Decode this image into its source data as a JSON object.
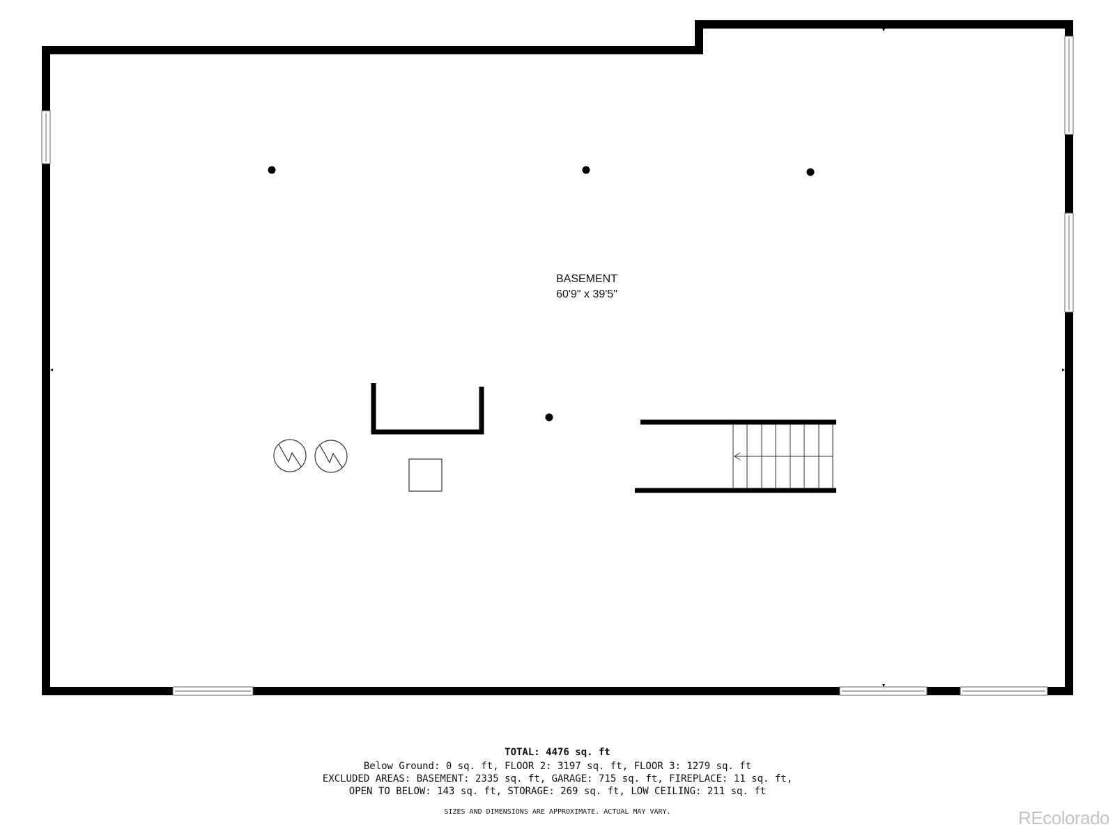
{
  "room": {
    "name": "BASEMENT",
    "dimensions": "60'9\" x 39'5\""
  },
  "summary": {
    "total": "TOTAL: 4476 sq. ft",
    "line1": "Below Ground: 0 sq. ft, FLOOR 2: 3197 sq. ft, FLOOR 3: 1279 sq. ft",
    "line2": "EXCLUDED AREAS: BASEMENT: 2335 sq. ft, GARAGE: 715 sq. ft, FIREPLACE: 11 sq. ft,",
    "line3": "OPEN TO BELOW: 143 sq. ft, STORAGE: 269 sq. ft, LOW CEILING: 211 sq. ft"
  },
  "disclaimer": "SIZES AND DIMENSIONS ARE APPROXIMATE. ACTUAL MAY VARY.",
  "brand": "REcolorado",
  "colors": {
    "wall": "#000000",
    "background": "#ffffff",
    "brand": "#c4c4c4"
  },
  "icons": [
    "water-heater-icon",
    "support-column-icon",
    "stairs-arrow-icon"
  ]
}
